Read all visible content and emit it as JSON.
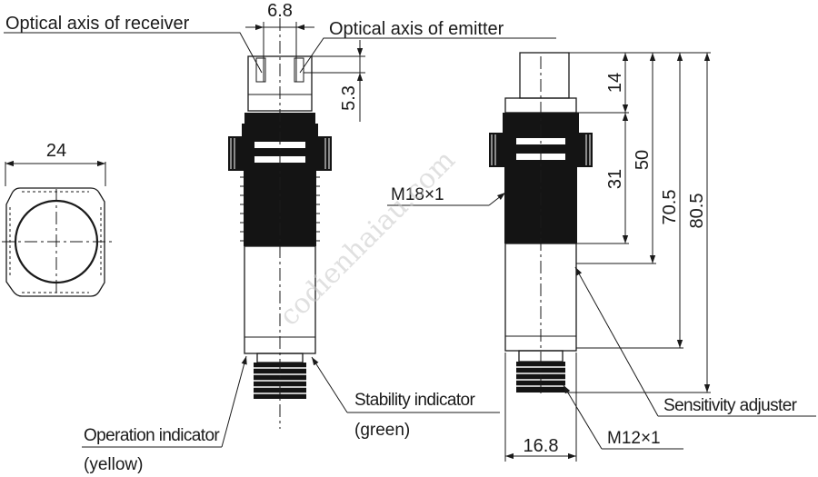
{
  "labels": {
    "optical_axis_receiver": "Optical axis of receiver",
    "optical_axis_emitter": "Optical axis of emitter",
    "operation_indicator": "Operation indicator",
    "operation_indicator_color": "(yellow)",
    "stability_indicator": "Stability indicator",
    "stability_indicator_color": "(green)",
    "sensitivity_adjuster": "Sensitivity adjuster",
    "thread_body": "M18×1",
    "thread_connector": "M12×1"
  },
  "dimensions": {
    "lens_spacing": "6.8",
    "lens_height": "5.3",
    "nut_width": "24",
    "cap_length": "14",
    "thread_length": "31",
    "body_length": "50",
    "total_body": "70.5",
    "total_length": "80.5",
    "connector_width": "16.8"
  },
  "watermark": "codienhaiau.com",
  "colors": {
    "line": "#1a1a1a",
    "fill": "#141414",
    "background": "#ffffff"
  }
}
